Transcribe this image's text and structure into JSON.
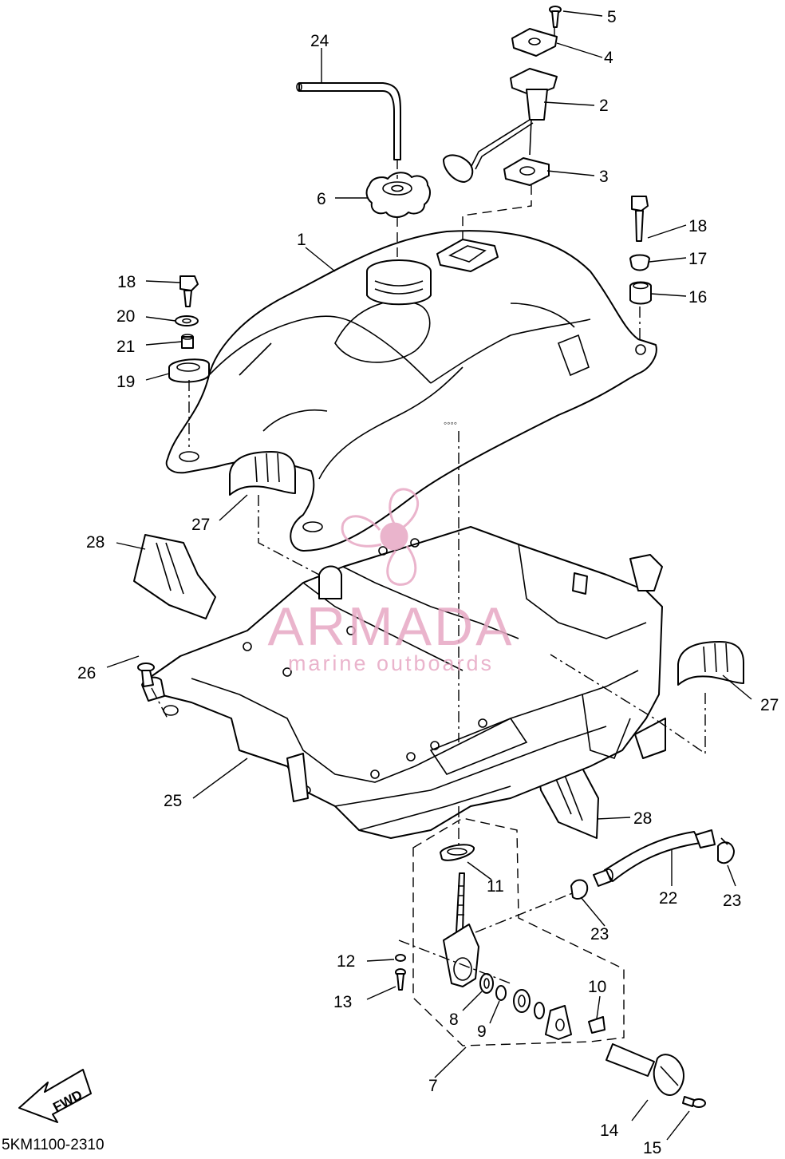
{
  "diagram": {
    "code": "5KM1100-2310",
    "fwd_label": "FWD",
    "watermark": {
      "brand": "ARMADA",
      "tagline": "marine outboards",
      "color": "#e7a8c4"
    }
  },
  "callouts": [
    {
      "id": "c1",
      "text": "1"
    },
    {
      "id": "c2",
      "text": "2"
    },
    {
      "id": "c3",
      "text": "3"
    },
    {
      "id": "c4",
      "text": "4"
    },
    {
      "id": "c5",
      "text": "5"
    },
    {
      "id": "c6",
      "text": "6"
    },
    {
      "id": "c7",
      "text": "7"
    },
    {
      "id": "c8",
      "text": "8"
    },
    {
      "id": "c9",
      "text": "9"
    },
    {
      "id": "c10",
      "text": "10"
    },
    {
      "id": "c11",
      "text": "11"
    },
    {
      "id": "c12",
      "text": "12"
    },
    {
      "id": "c13",
      "text": "13"
    },
    {
      "id": "c14",
      "text": "14"
    },
    {
      "id": "c15",
      "text": "15"
    },
    {
      "id": "c16",
      "text": "16"
    },
    {
      "id": "c17",
      "text": "17"
    },
    {
      "id": "c18a",
      "text": "18"
    },
    {
      "id": "c18b",
      "text": "18"
    },
    {
      "id": "c19",
      "text": "19"
    },
    {
      "id": "c20",
      "text": "20"
    },
    {
      "id": "c21",
      "text": "21"
    },
    {
      "id": "c22",
      "text": "22"
    },
    {
      "id": "c23a",
      "text": "23"
    },
    {
      "id": "c23b",
      "text": "23"
    },
    {
      "id": "c24",
      "text": "24"
    },
    {
      "id": "c25",
      "text": "25"
    },
    {
      "id": "c26",
      "text": "26"
    },
    {
      "id": "c27a",
      "text": "27"
    },
    {
      "id": "c27b",
      "text": "27"
    },
    {
      "id": "c28a",
      "text": "28"
    },
    {
      "id": "c28b",
      "text": "28"
    }
  ]
}
